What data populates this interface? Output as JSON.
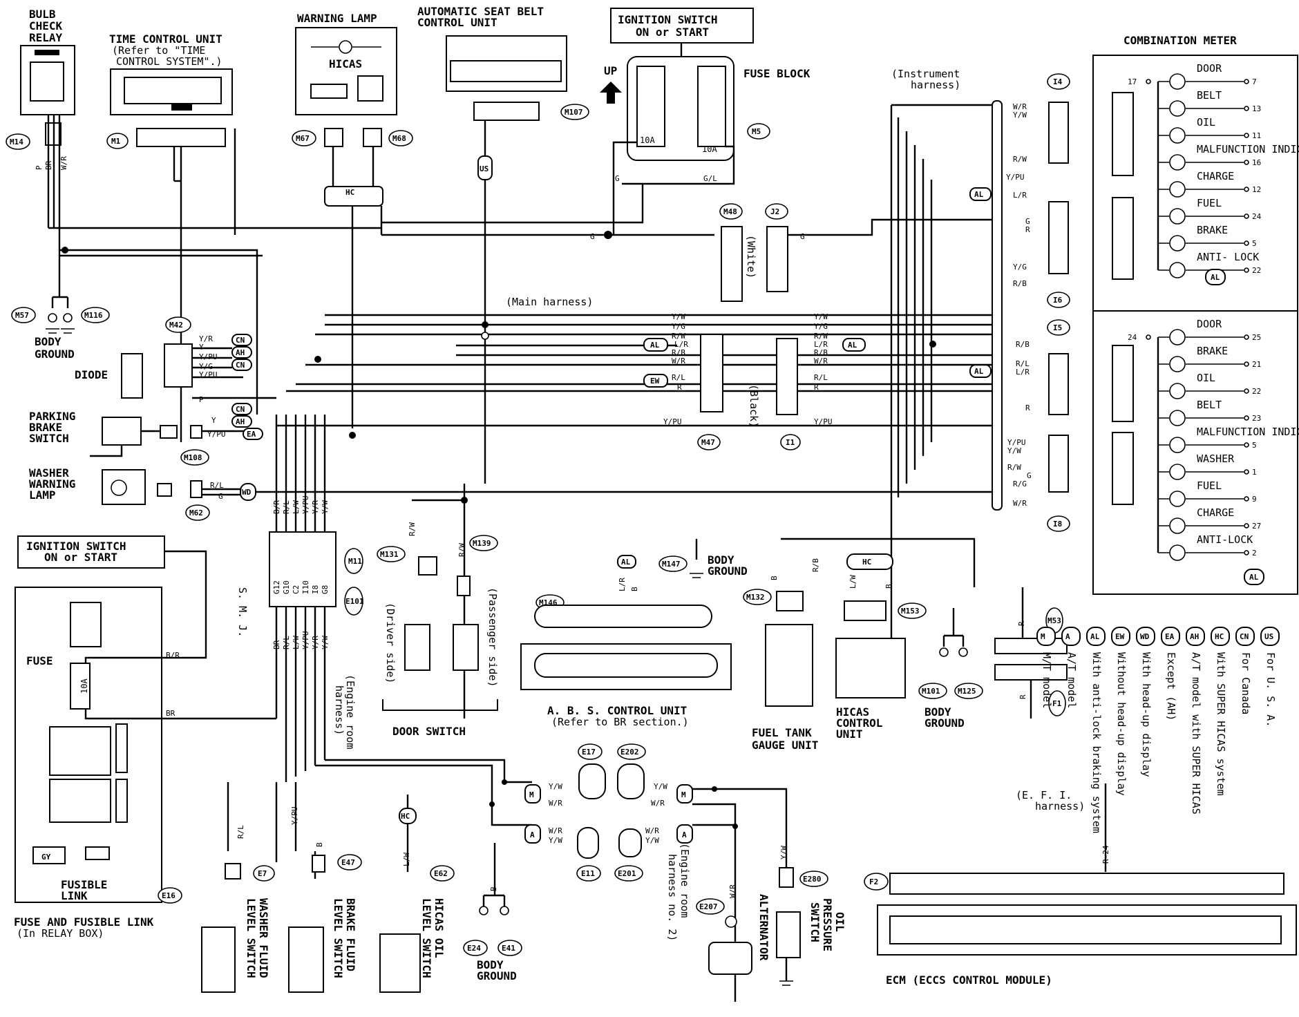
{
  "components": {
    "bulb_check_relay": [
      "BULB",
      "CHECK",
      "RELAY"
    ],
    "time_control_unit": [
      "TIME CONTROL UNIT",
      "(Refer to \"TIME",
      "CONTROL SYSTEM\".)"
    ],
    "warning_lamp": "WARNING LAMP",
    "hicas": "HICAS",
    "seat_belt_unit": [
      "AUTOMATIC SEAT BELT",
      "CONTROL UNIT"
    ],
    "ign_switch_top": [
      "IGNITION SWITCH",
      "ON or START"
    ],
    "up_label": "UP",
    "fuse_block": "FUSE BLOCK",
    "fuse_10a": "10A",
    "combination_meter": "COMBINATION METER",
    "instrument_harness": [
      "(Instrument",
      "harness)"
    ],
    "main_harness": "(Main harness)",
    "white": "(White)",
    "black": "(Black)",
    "body_ground": [
      "BODY",
      "GROUND"
    ],
    "diode": "DIODE",
    "parking_brake": [
      "PARKING",
      "BRAKE",
      "SWITCH"
    ],
    "washer_lamp": [
      "WASHER",
      "WARNING",
      "LAMP"
    ],
    "ign_switch_bottom": [
      "IGNITION SWITCH",
      "ON or START"
    ],
    "fuse": "FUSE",
    "fusible_link": [
      "FUSIBLE",
      "LINK"
    ],
    "fuse_and_link": [
      "FUSE AND FUSIBLE LINK",
      "(In RELAY BOX)"
    ],
    "smj": "S. M. J.",
    "engine_room_harness": [
      "(Engine room",
      "harness)"
    ],
    "engine_room_harness2": [
      "(Engine room",
      "harness no. 2)"
    ],
    "door_switch": "DOOR SWITCH",
    "driver_side": "(Driver side)",
    "passenger_side": "(Passenger side)",
    "abs_unit": [
      "A. B. S. CONTROL UNIT",
      "(Refer to BR section.)"
    ],
    "fuel_tank": [
      "FUEL TANK",
      "GAUGE UNIT"
    ],
    "hicas_control": [
      "HICAS",
      "CONTROL",
      "UNIT"
    ],
    "efi_harness": [
      "(E. F. I.",
      "harness)"
    ],
    "ecm": "ECM (ECCS CONTROL MODULE)",
    "washer_fluid": [
      "WASHER FLUID",
      "LEVEL SWITCH"
    ],
    "brake_fluid": [
      "BRAKE FLUID",
      "LEVEL SWITCH"
    ],
    "hicas_oil": [
      "HICAS OIL",
      "LEVEL SWITCH"
    ],
    "alternator": "ALTERNATOR",
    "oil_pressure": [
      "OIL",
      "PRESSURE",
      "SWITCH"
    ]
  },
  "connectors": [
    "M14",
    "M1",
    "M67",
    "M68",
    "M107",
    "M5",
    "M48",
    "J2",
    "M57",
    "M116",
    "M42",
    "M108",
    "M62",
    "M11",
    "E101",
    "M47",
    "I1",
    "M131",
    "M139",
    "M146",
    "M147",
    "M132",
    "M153",
    "M101",
    "M125",
    "M53",
    "F1",
    "F2",
    "E16",
    "E7",
    "E47",
    "E62",
    "E24",
    "E41",
    "E17",
    "E202",
    "E11",
    "E201",
    "E207",
    "E280",
    "I4",
    "I5",
    "I6",
    "I8"
  ],
  "meter_upper": {
    "input_pin": "17",
    "rows": [
      {
        "label": "DOOR",
        "pin": "7"
      },
      {
        "label": "BELT",
        "pin": "13"
      },
      {
        "label": "OIL",
        "pin": "11"
      },
      {
        "label": "MALFUNCTION INDICATUR",
        "pin": "16"
      },
      {
        "label": "CHARGE",
        "pin": "12"
      },
      {
        "label": "FUEL",
        "pin": "24"
      },
      {
        "label": "BRAKE",
        "pin": "5"
      },
      {
        "label": "ANTI- LOCK",
        "pin": "22"
      }
    ]
  },
  "meter_lower": {
    "input_pin": "24",
    "rows": [
      {
        "label": "DOOR",
        "pin": "25"
      },
      {
        "label": "BRAKE",
        "pin": "21"
      },
      {
        "label": "OIL",
        "pin": "22"
      },
      {
        "label": "BELT",
        "pin": "23"
      },
      {
        "label": "MALFUNCTION INDICATUR",
        "pin": "5"
      },
      {
        "label": "WASHER",
        "pin": "1"
      },
      {
        "label": "FUEL",
        "pin": "9"
      },
      {
        "label": "CHARGE",
        "pin": "27"
      },
      {
        "label": "ANTI-LOCK",
        "pin": "2"
      }
    ]
  },
  "legend": [
    {
      "code": "US",
      "text": "For U. S. A."
    },
    {
      "code": "CN",
      "text": "For Canada"
    },
    {
      "code": "HC",
      "text": "With SUPER HICAS system"
    },
    {
      "code": "AH",
      "text": "A/T model with SUPER HICAS"
    },
    {
      "code": "EA",
      "text": "Except (AH)"
    },
    {
      "code": "WD",
      "text": "With head-up display"
    },
    {
      "code": "EW",
      "text": "Without head-up display"
    },
    {
      "code": "AL",
      "text": "With anti-lock braking system"
    },
    {
      "code": "A",
      "text": "A/T model"
    },
    {
      "code": "M",
      "text": "M/T model"
    }
  ],
  "wire_labels": {
    "m42": [
      "Y/R",
      "Y",
      "Y/PU",
      "Y/G",
      "Y/PU",
      "P"
    ],
    "main_left": [
      "Y/W",
      "Y/G",
      "R/W",
      "L/R",
      "R/B",
      "W/R",
      "R/L",
      "R",
      "Y/PU"
    ],
    "main_right": [
      "Y/W",
      "Y/G",
      "R/W",
      "L/R",
      "R/B",
      "W/R",
      "R/L",
      "R",
      "Y/PU"
    ],
    "smj_top": [
      "B/R",
      "R/L",
      "L/W",
      "Y/PU",
      "Y/R",
      "Y/W"
    ],
    "smj_pins_top": [
      "G12",
      "G10",
      "C2",
      "I10",
      "I8",
      "G8"
    ],
    "smj_bottom": [
      "BR",
      "R/L",
      "L/W",
      "Y/PU",
      "Y/R",
      "Y/W"
    ],
    "smj_pins_bottom": [
      "G12",
      "G10",
      "C2",
      "I10",
      "I8",
      "G8"
    ],
    "i4": [
      "W/R",
      "Y/W",
      "R/W",
      "Y/PU"
    ],
    "i6": [
      "L/R",
      "G",
      "R",
      "Y/G",
      "R/B"
    ],
    "i5": [
      "R/B",
      "R/L",
      "L/R",
      "R"
    ],
    "i8": [
      "Y/PU",
      "Y/W",
      "R/W",
      "G",
      "R/G",
      "W/R"
    ],
    "misc": [
      "G",
      "G/L",
      "Y/G",
      "Y/R",
      "Y/PU",
      "Y/W",
      "W/R",
      "R/W",
      "B",
      "B/R",
      "BR",
      "R/L",
      "L/W",
      "L/R",
      "R/B",
      "R",
      "R-24",
      "GY",
      "G/L",
      "L/W"
    ]
  },
  "codes": [
    "M",
    "A",
    "AL",
    "EW",
    "WD",
    "EA",
    "AH",
    "HC",
    "CN",
    "US"
  ]
}
